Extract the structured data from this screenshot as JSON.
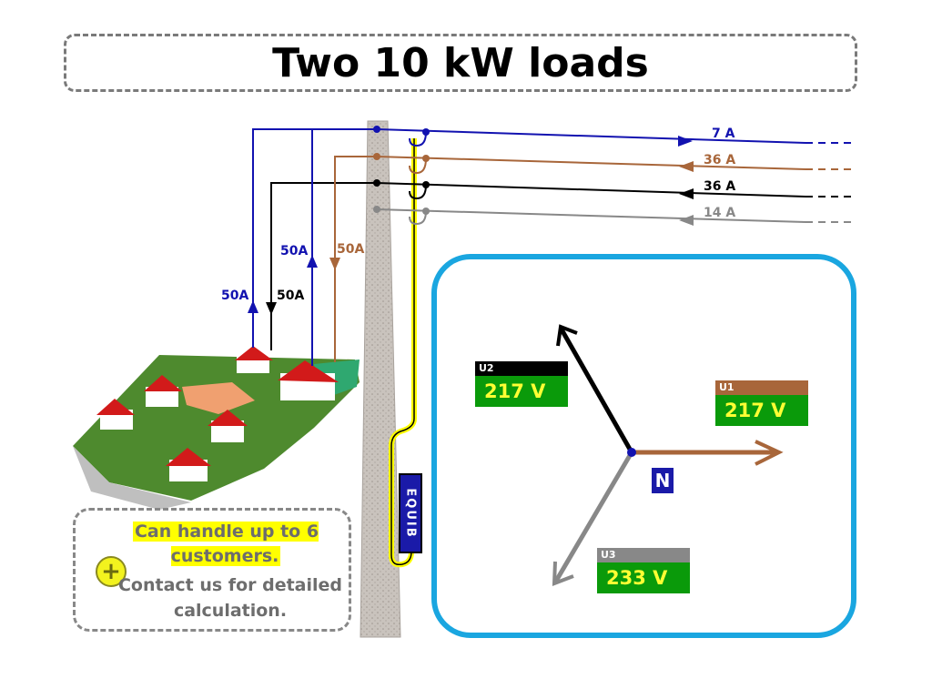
{
  "title": "Two 10 kW loads",
  "lines": [
    {
      "current": "7 A",
      "color": "#1212b0"
    },
    {
      "current": "36 A",
      "color": "#a8663a"
    },
    {
      "current": "36 A",
      "color": "#000000"
    },
    {
      "current": "14 A",
      "color": "#888888"
    }
  ],
  "drops": [
    {
      "label": "50A",
      "color": "#1212b0"
    },
    {
      "label": "50A",
      "color": "#000000"
    },
    {
      "label": "50A",
      "color": "#1212b0"
    },
    {
      "label": "50A",
      "color": "#a8663a"
    }
  ],
  "device_label": "EQUIB",
  "phasors": {
    "neutral_label": "N",
    "u1": {
      "name": "U1",
      "value": "217 V",
      "color": "#a8663a"
    },
    "u2": {
      "name": "U2",
      "value": "217 V",
      "color": "#000000"
    },
    "u3": {
      "name": "U3",
      "value": "233 V",
      "color": "#888888"
    }
  },
  "info": {
    "highlight": "Can handle up to 6 customers.",
    "text": "Contact us for detailed calculation."
  },
  "colors": {
    "panel_border": "#1aa6e0",
    "value_bg": "#0a9a0a",
    "value_text": "#ffff33"
  }
}
